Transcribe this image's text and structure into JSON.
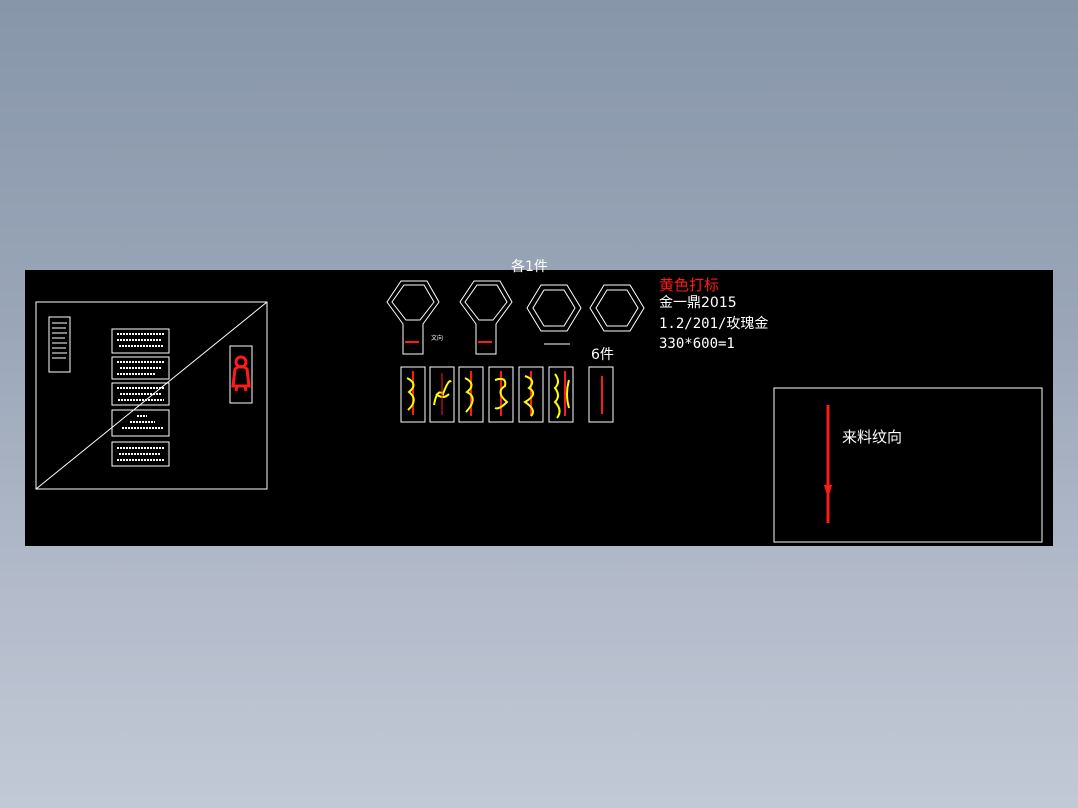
{
  "drawing": {
    "count_each_label": "各1件",
    "count_six_label": "6件",
    "small_label": "文向",
    "notes": {
      "line1": "黄色打标",
      "line2": "金一鼎2015",
      "line3": "1.2/201/玫瑰金",
      "line4": "330*600=1"
    },
    "grain_label": "来料纹向",
    "colors": {
      "background": "#000000",
      "outline": "#ffffff",
      "marking": "#ffff00",
      "accent": "#ff0000"
    }
  }
}
